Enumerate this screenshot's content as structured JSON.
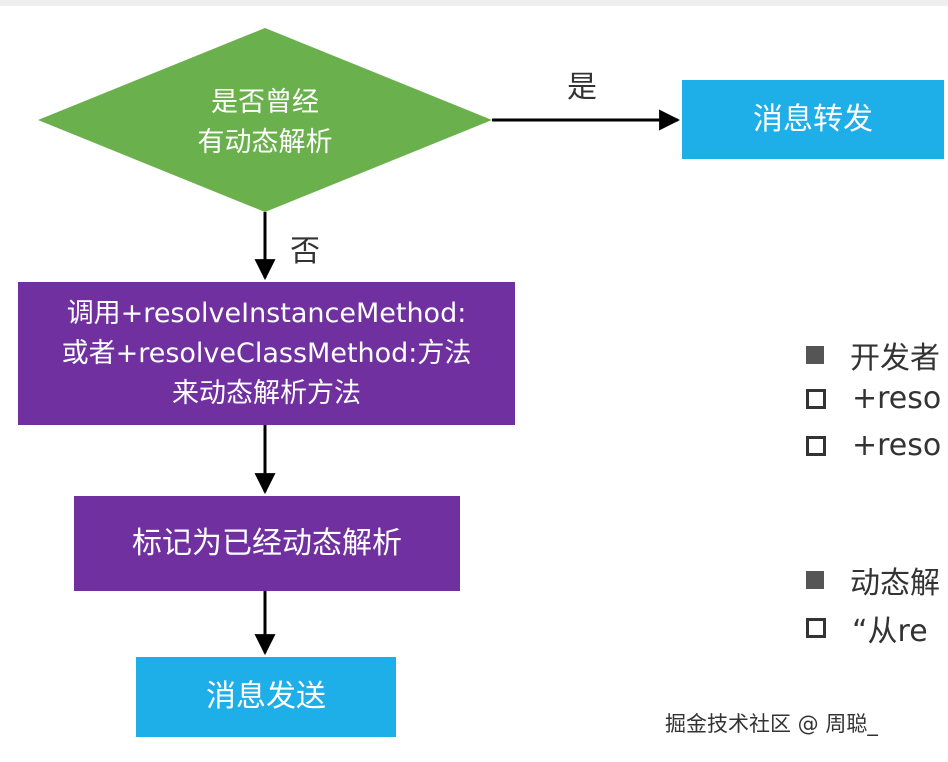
{
  "colors": {
    "green": "#6ab04c",
    "purple": "#7030a0",
    "blue": "#1eaee8"
  },
  "decision": {
    "line1": "是否曾经",
    "line2": "有动态解析"
  },
  "labels": {
    "yes": "是",
    "no": "否"
  },
  "boxes": {
    "forward": "消息转发",
    "resolve_l1": "调用+resolveInstanceMethod:",
    "resolve_l2": "或者+resolveClassMethod:方法",
    "resolve_l3": "来动态解析方法",
    "mark": "标记为已经动态解析",
    "send": "消息发送"
  },
  "notes": [
    {
      "type": "filled",
      "text": "开发者"
    },
    {
      "type": "hollow",
      "text": "+reso"
    },
    {
      "type": "hollow",
      "text": "+reso"
    },
    {
      "type": "filled",
      "text": "动态解"
    },
    {
      "type": "hollow",
      "text": "“从re"
    }
  ],
  "watermark": "掘金技术社区 @ 周聪_"
}
